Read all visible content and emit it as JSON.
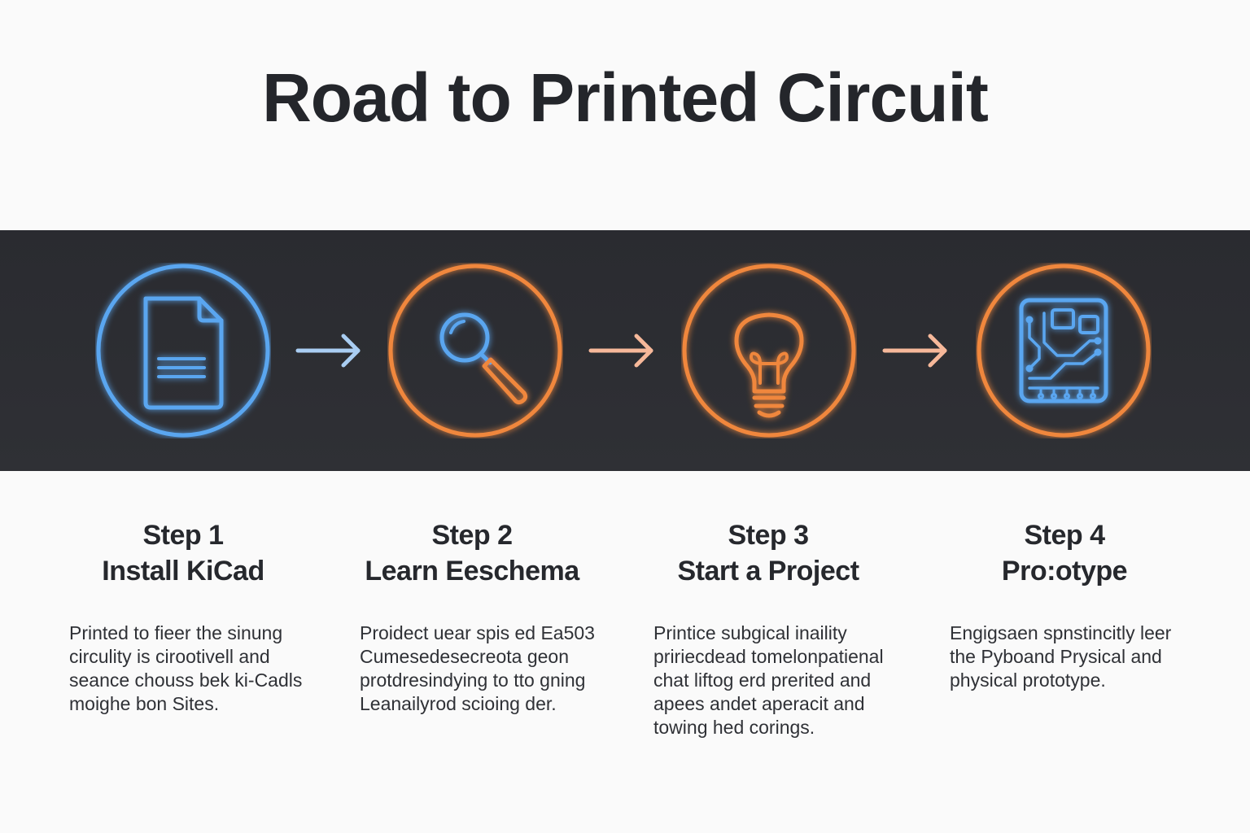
{
  "title": "Road to Printed Circuit",
  "colors": {
    "band": "#2d2e33",
    "blue": "#5aa6f0",
    "orange": "#f0873c",
    "arrow_blue": "#a9cdf2",
    "arrow_peach": "#f6b89a"
  },
  "steps": [
    {
      "number": "Step 1",
      "name": "Install KiCad",
      "icon": "document-icon",
      "description": "Printed to fieer the sinung\ncirculity is cirootivell and\nseance chouss bek ki-Cadls\nmoighe bon Sites."
    },
    {
      "number": "Step 2",
      "name": "Learn Eeschema",
      "icon": "magnifying-glass-icon",
      "description": "Proidect uear spis ed Ea503\nCumesedesecreota geon\nprotdresindying to tto gning\nLeanailyrod scioing der."
    },
    {
      "number": "Step 3",
      "name": "Start a Project",
      "icon": "lightbulb-icon",
      "description": "Printice subgical inaility\npririecdead tomelonpatienal\nchat liftog erd prerited and\napees andet aperacit and\ntowing hed corings."
    },
    {
      "number": "Step 4",
      "name": "Pro:otype",
      "icon": "circuit-board-icon",
      "description": "Engigsaen spnstincitly leer\nthe Pyboand Prysical and\nphysical prototype."
    }
  ]
}
